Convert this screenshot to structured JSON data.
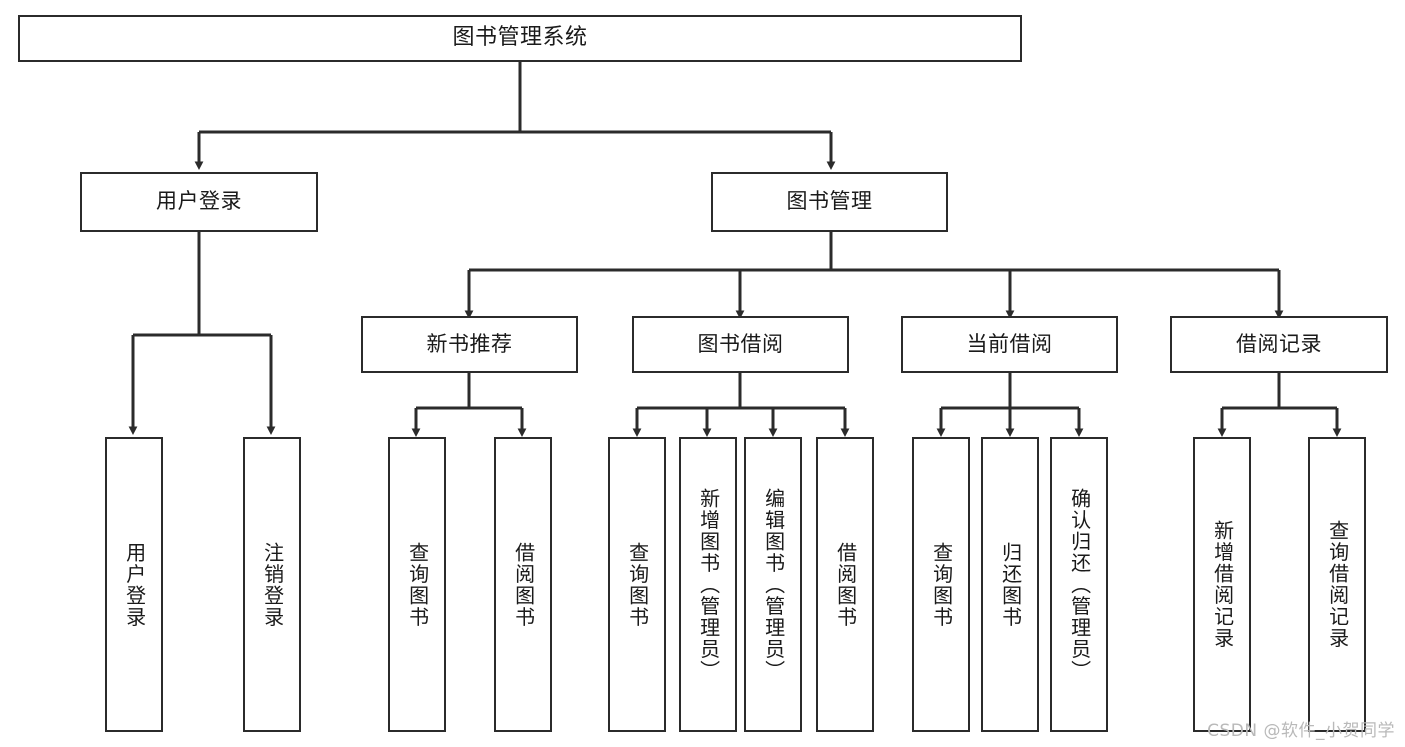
{
  "diagram": {
    "title": "图书管理系统",
    "type": "tree-hierarchy-diagram",
    "root": {
      "label": "图书管理系统"
    },
    "level2": [
      {
        "label": "用户登录"
      },
      {
        "label": "图书管理"
      }
    ],
    "level3": [
      {
        "label": "新书推荐"
      },
      {
        "label": "图书借阅"
      },
      {
        "label": "当前借阅"
      },
      {
        "label": "借阅记录"
      }
    ],
    "leaves": {
      "user_login": [
        {
          "label": "用户登录"
        },
        {
          "label": "注销登录"
        }
      ],
      "new_book_recommend": [
        {
          "label": "查询图书"
        },
        {
          "label": "借阅图书"
        }
      ],
      "book_borrow": [
        {
          "label": "查询图书"
        },
        {
          "label": "新增图书（管理员）"
        },
        {
          "label": "编辑图书（管理员）"
        },
        {
          "label": "借阅图书"
        }
      ],
      "current_borrow": [
        {
          "label": "查询图书"
        },
        {
          "label": "归还图书"
        },
        {
          "label": "确认归还（管理员）"
        }
      ],
      "borrow_record": [
        {
          "label": "新增借阅记录"
        },
        {
          "label": "查询借阅记录"
        }
      ]
    }
  },
  "watermark": {
    "text": "CSDN @软件_小贺同学"
  },
  "colors": {
    "box_border": "#2b2b2b",
    "box_fill": "#ffffff",
    "connector": "#2b2b2b",
    "text": "#1a1a1a",
    "watermark": "#b9b9b9"
  }
}
